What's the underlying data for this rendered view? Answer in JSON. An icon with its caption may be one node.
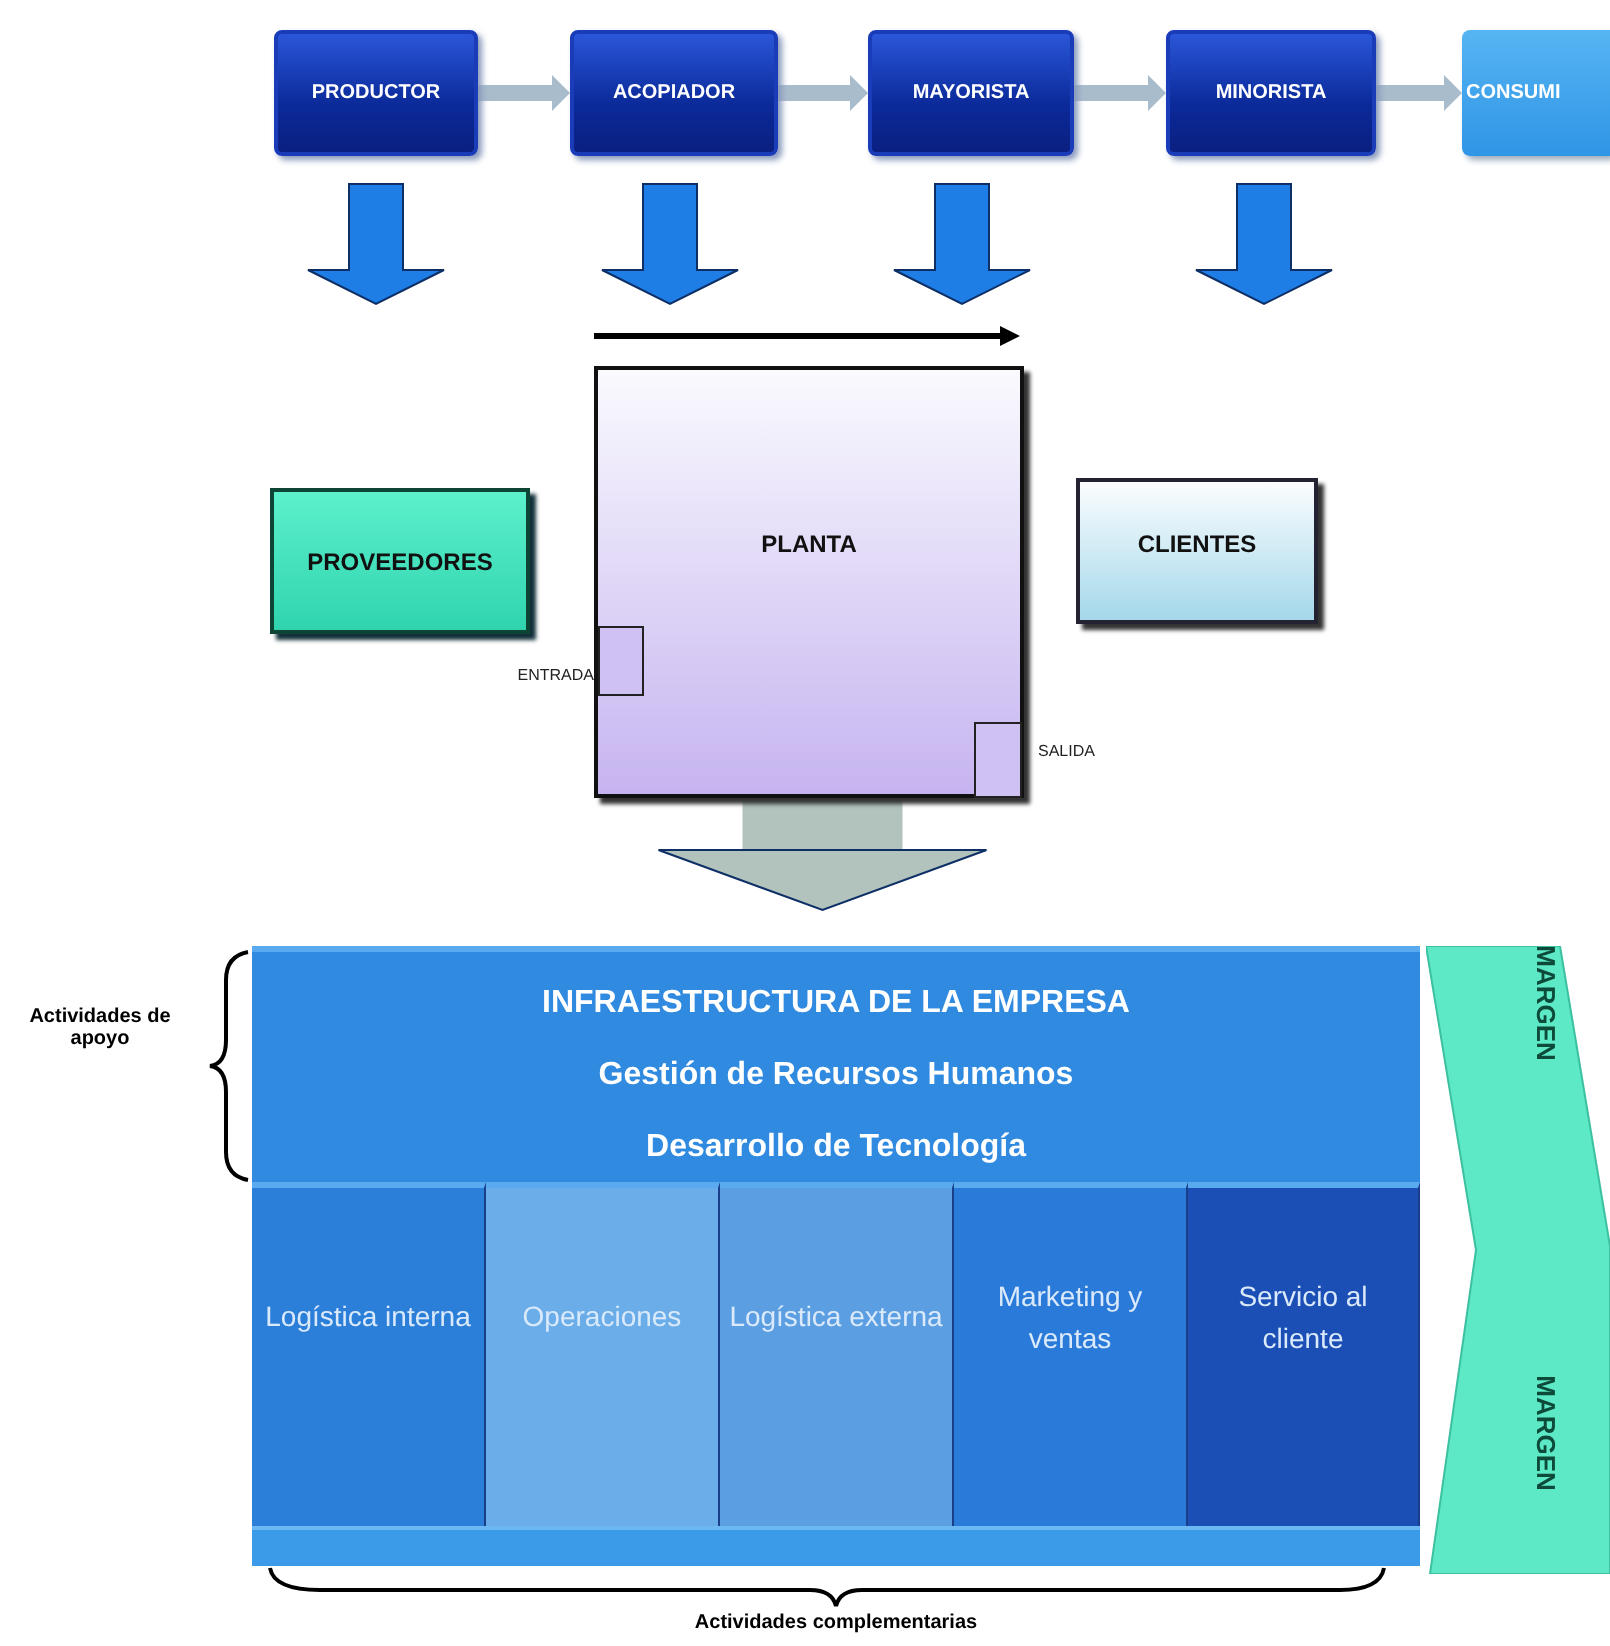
{
  "diagram": {
    "nodes": [
      {
        "text": [
          "PRODUCTOR"
        ]
      },
      {
        "text": [
          "ACOPIADOR"
        ]
      },
      {
        "text": [
          "MAYORISTA"
        ]
      },
      {
        "text": [
          "MINORISTA"
        ]
      },
      {
        "text": [
          "CONSUMI"
        ]
      },
      {
        "text": [
          "PROVEEDORES"
        ]
      },
      {
        "text": [
          "PLANTA"
        ]
      },
      {
        "text": [
          "ENTRADA"
        ],
        "in": 6
      },
      {
        "text": [
          "SALIDA"
        ],
        "in": 6
      },
      {
        "text": [
          "CLIENTES"
        ]
      },
      {
        "text": [
          "INFRAESTRUCTURA DE LA EMPRESA",
          "Gestión de Recursos Humanos",
          "Desarrollo de Tecnología"
        ]
      },
      {
        "text": [
          "Logística interna"
        ]
      },
      {
        "text": [
          "Operaciones"
        ]
      },
      {
        "text": [
          "Logística externa"
        ]
      },
      {
        "text": [
          "Marketing y ventas"
        ]
      },
      {
        "text": [
          "Servicio al cliente"
        ]
      },
      {
        "text": [
          "MARGEN",
          "MARGEN"
        ]
      },
      {
        "text": [],
        "shape": "bar"
      }
    ],
    "edges": [
      {
        "from": 0,
        "to": 1,
        "arrow": "to"
      },
      {
        "from": 1,
        "to": 2,
        "arrow": "to"
      },
      {
        "from": 2,
        "to": 3,
        "arrow": "to"
      },
      {
        "from": 3,
        "to": 4,
        "arrow": "to"
      },
      {
        "from": 6,
        "to": 10,
        "arrow": "to",
        "style": "thick",
        "color": "#b2c2bc"
      }
    ],
    "labels": [
      "Actividades de apoyo",
      "Actividades complementarias"
    ]
  }
}
